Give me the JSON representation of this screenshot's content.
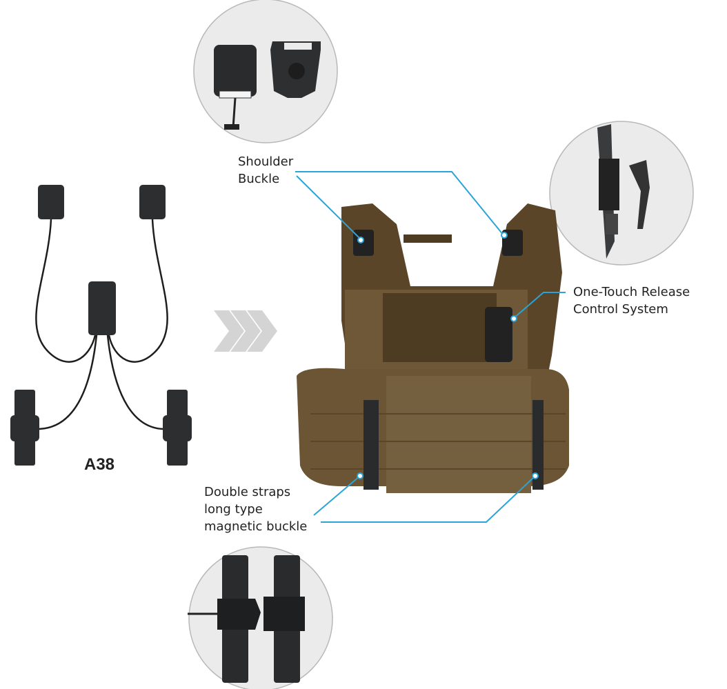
{
  "model": "A38",
  "callouts": {
    "shoulder": [
      "Shoulder",
      "Buckle"
    ],
    "release": [
      "One-Touch Release",
      "Control System"
    ],
    "straps": [
      "Double straps",
      "long type",
      "magnetic buckle"
    ]
  },
  "colors": {
    "leader": "#2aa3d6",
    "vest": "#6b5535",
    "buckle": "#2a2b2d",
    "circle": "#ebebec",
    "arrow": "#d4d4d4"
  }
}
